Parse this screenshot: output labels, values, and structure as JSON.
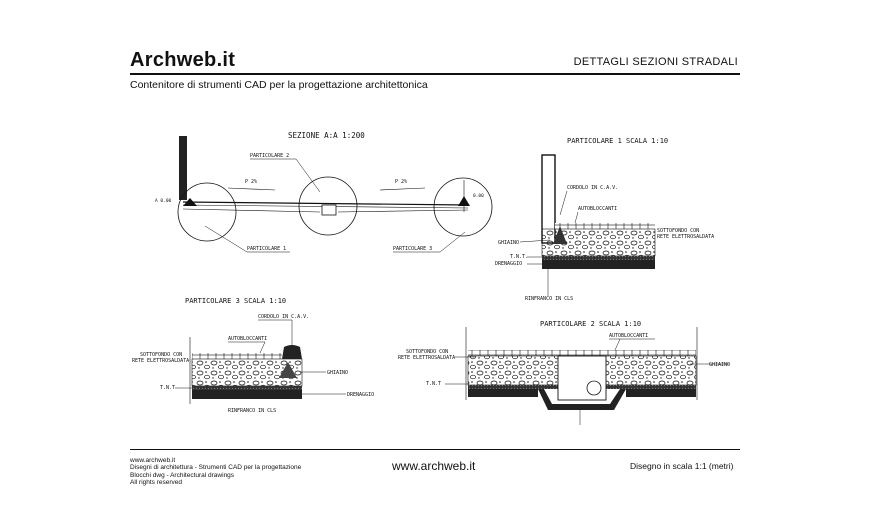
{
  "header": {
    "brand": "Archweb.it",
    "doc_title": "DETTAGLI SEZIONI STRADALI",
    "subtitle": "Contenitore di strumenti CAD per la progettazione architettonica"
  },
  "section_aa": {
    "title": "SEZIONE A:A 1:200",
    "slope_left": "P 2%",
    "slope_right": "P 2%",
    "label_part2": "PARTICOLARE 2",
    "label_part1": "PARTICOLARE 1",
    "label_part3": "PARTICOLARE 3",
    "level_left": "A 0.00",
    "level_right": "0.00"
  },
  "detail1": {
    "title": "PARTICOLARE 1 SCALA 1:10",
    "cordolo": "CORDOLO IN C.A.V.",
    "autobloccanti": "AUTOBLOCCANTI",
    "sottofondo": "SOTTOFONDO CON",
    "rete": "RETE ELETTROSALDATA",
    "ghiaino": "GHIAINO",
    "tnt": "T.N.T.",
    "drenaggio": "DRENAGGIO",
    "rinfranco": "RINFRANCO IN CLS"
  },
  "detail3": {
    "title": "PARTICOLARE 3 SCALA 1:10",
    "cordolo": "CORDOLO IN C.A.V.",
    "autobloccanti": "AUTOBLOCCANTI",
    "sottofondo": "SOTTOFONDO CON",
    "rete": "RETE ELETTROSALDATA",
    "ghiaino": "GHIAINO",
    "tnt": "T.N.T",
    "drenaggio": "DRENAGGIO",
    "rinfranco": "RINFRANCO IN CLS"
  },
  "detail2": {
    "title": "PARTICOLARE 2 SCALA 1:10",
    "autobloccanti": "AUTOBLOCCANTI",
    "sottofondo": "SOTTOFONDO CON",
    "rete": "RETE ELETTROSALDATA",
    "ghiaino": "GHIAINO",
    "tnt": "T.N.T"
  },
  "footer": {
    "left_lines": [
      "www.archweb.it",
      "Disegni di architettura - Strumenti CAD  per la progettazione",
      "Blocchi dwg - Architectural drawings",
      "All rights reserved"
    ],
    "center": "www.archweb.it",
    "right": "Disegno in scala 1:1 (metri)"
  }
}
